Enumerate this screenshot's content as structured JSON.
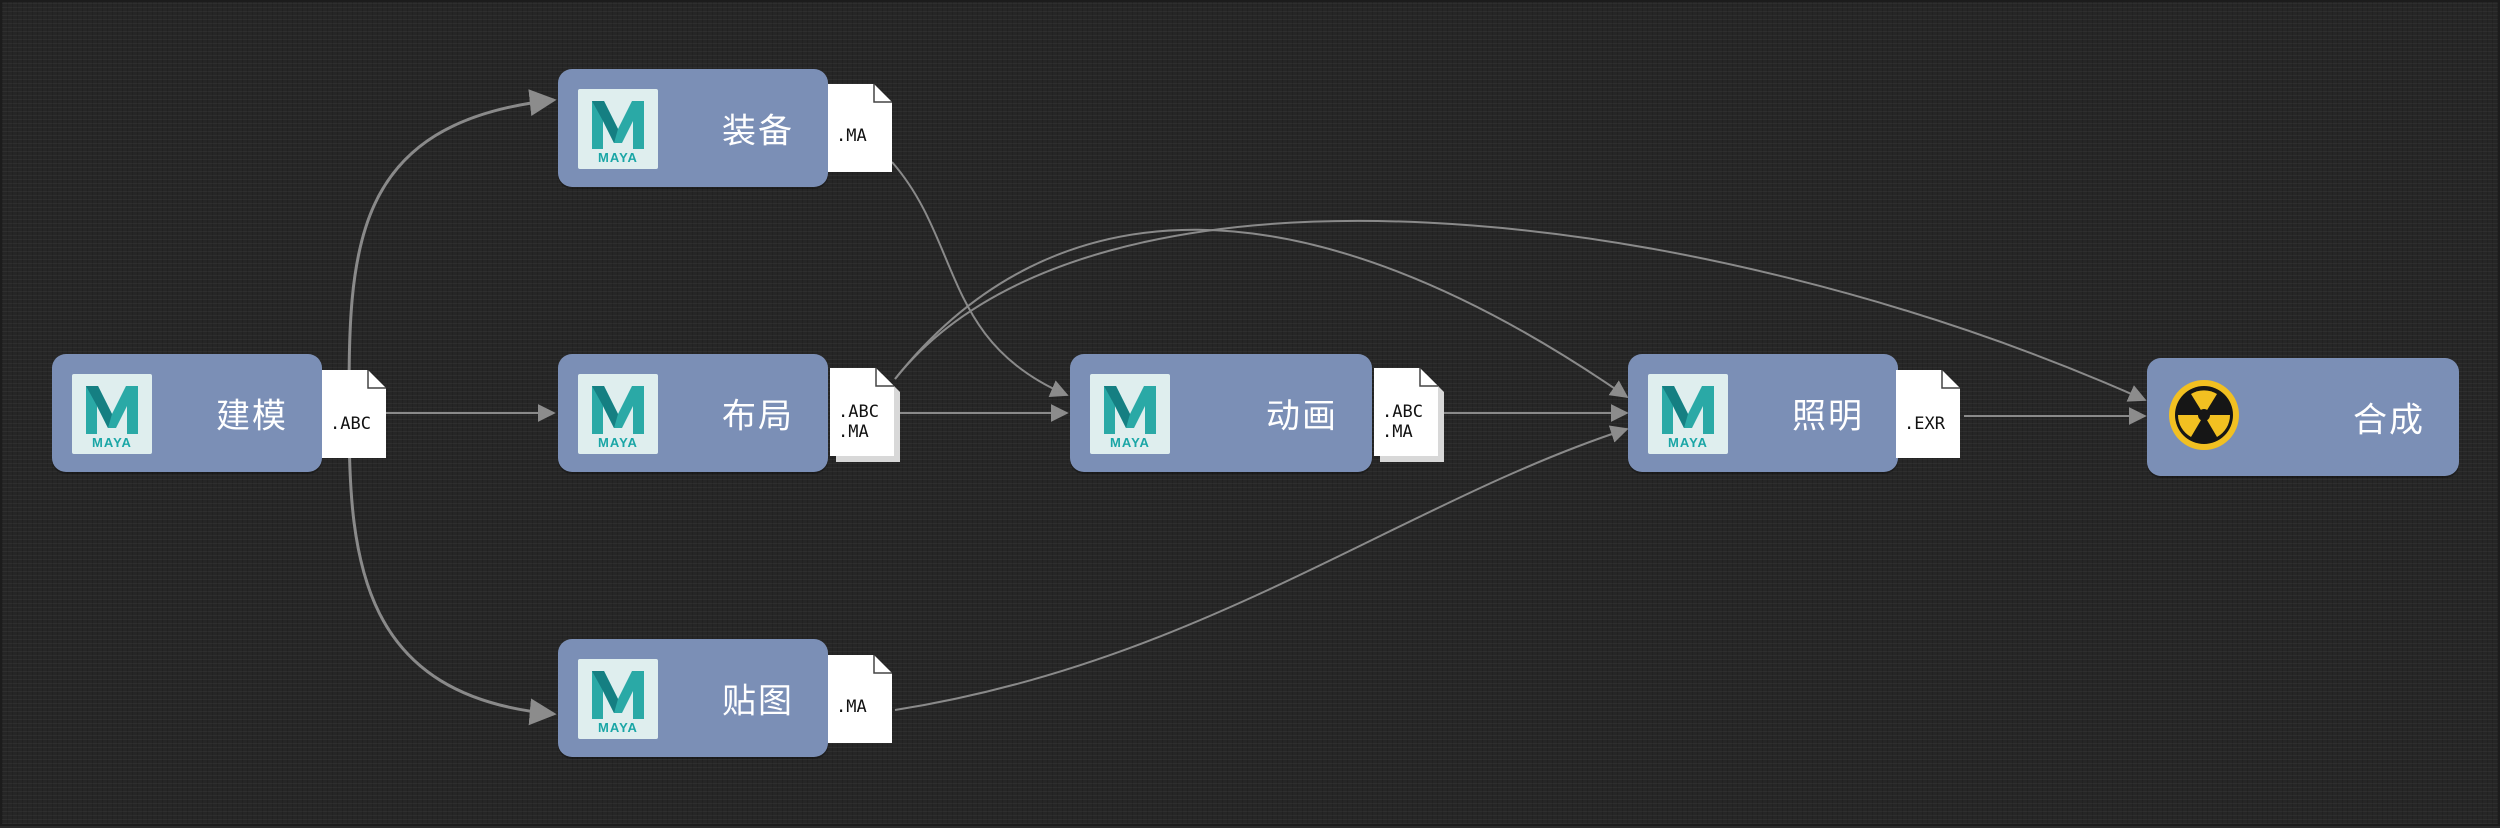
{
  "nodes": [
    {
      "id": "model",
      "label": "建模",
      "logo": "maya-icon",
      "logo_text": "MAYA"
    },
    {
      "id": "rig",
      "label": "装备",
      "logo": "maya-icon",
      "logo_text": "MAYA"
    },
    {
      "id": "layout",
      "label": "布局",
      "logo": "maya-icon",
      "logo_text": "MAYA"
    },
    {
      "id": "texture",
      "label": "贴图",
      "logo": "maya-icon",
      "logo_text": "MAYA"
    },
    {
      "id": "anim",
      "label": "动画",
      "logo": "maya-icon",
      "logo_text": "MAYA"
    },
    {
      "id": "light",
      "label": "照明",
      "logo": "maya-icon",
      "logo_text": "MAYA"
    },
    {
      "id": "comp",
      "label": "合成",
      "logo": "nuke-icon"
    }
  ],
  "files": {
    "model": [
      ".ABC"
    ],
    "rig": [
      ".MA"
    ],
    "layout": [
      ".ABC",
      ".MA"
    ],
    "texture": [
      ".MA"
    ],
    "anim": [
      ".ABC",
      ".MA"
    ],
    "light": [
      ".EXR"
    ]
  },
  "colors": {
    "background": "#262626",
    "node": "#7b8fb6",
    "edge": "#8a8a8a",
    "maya_teal": "#1aa6a6",
    "nuke_yellow": "#f2c021"
  }
}
